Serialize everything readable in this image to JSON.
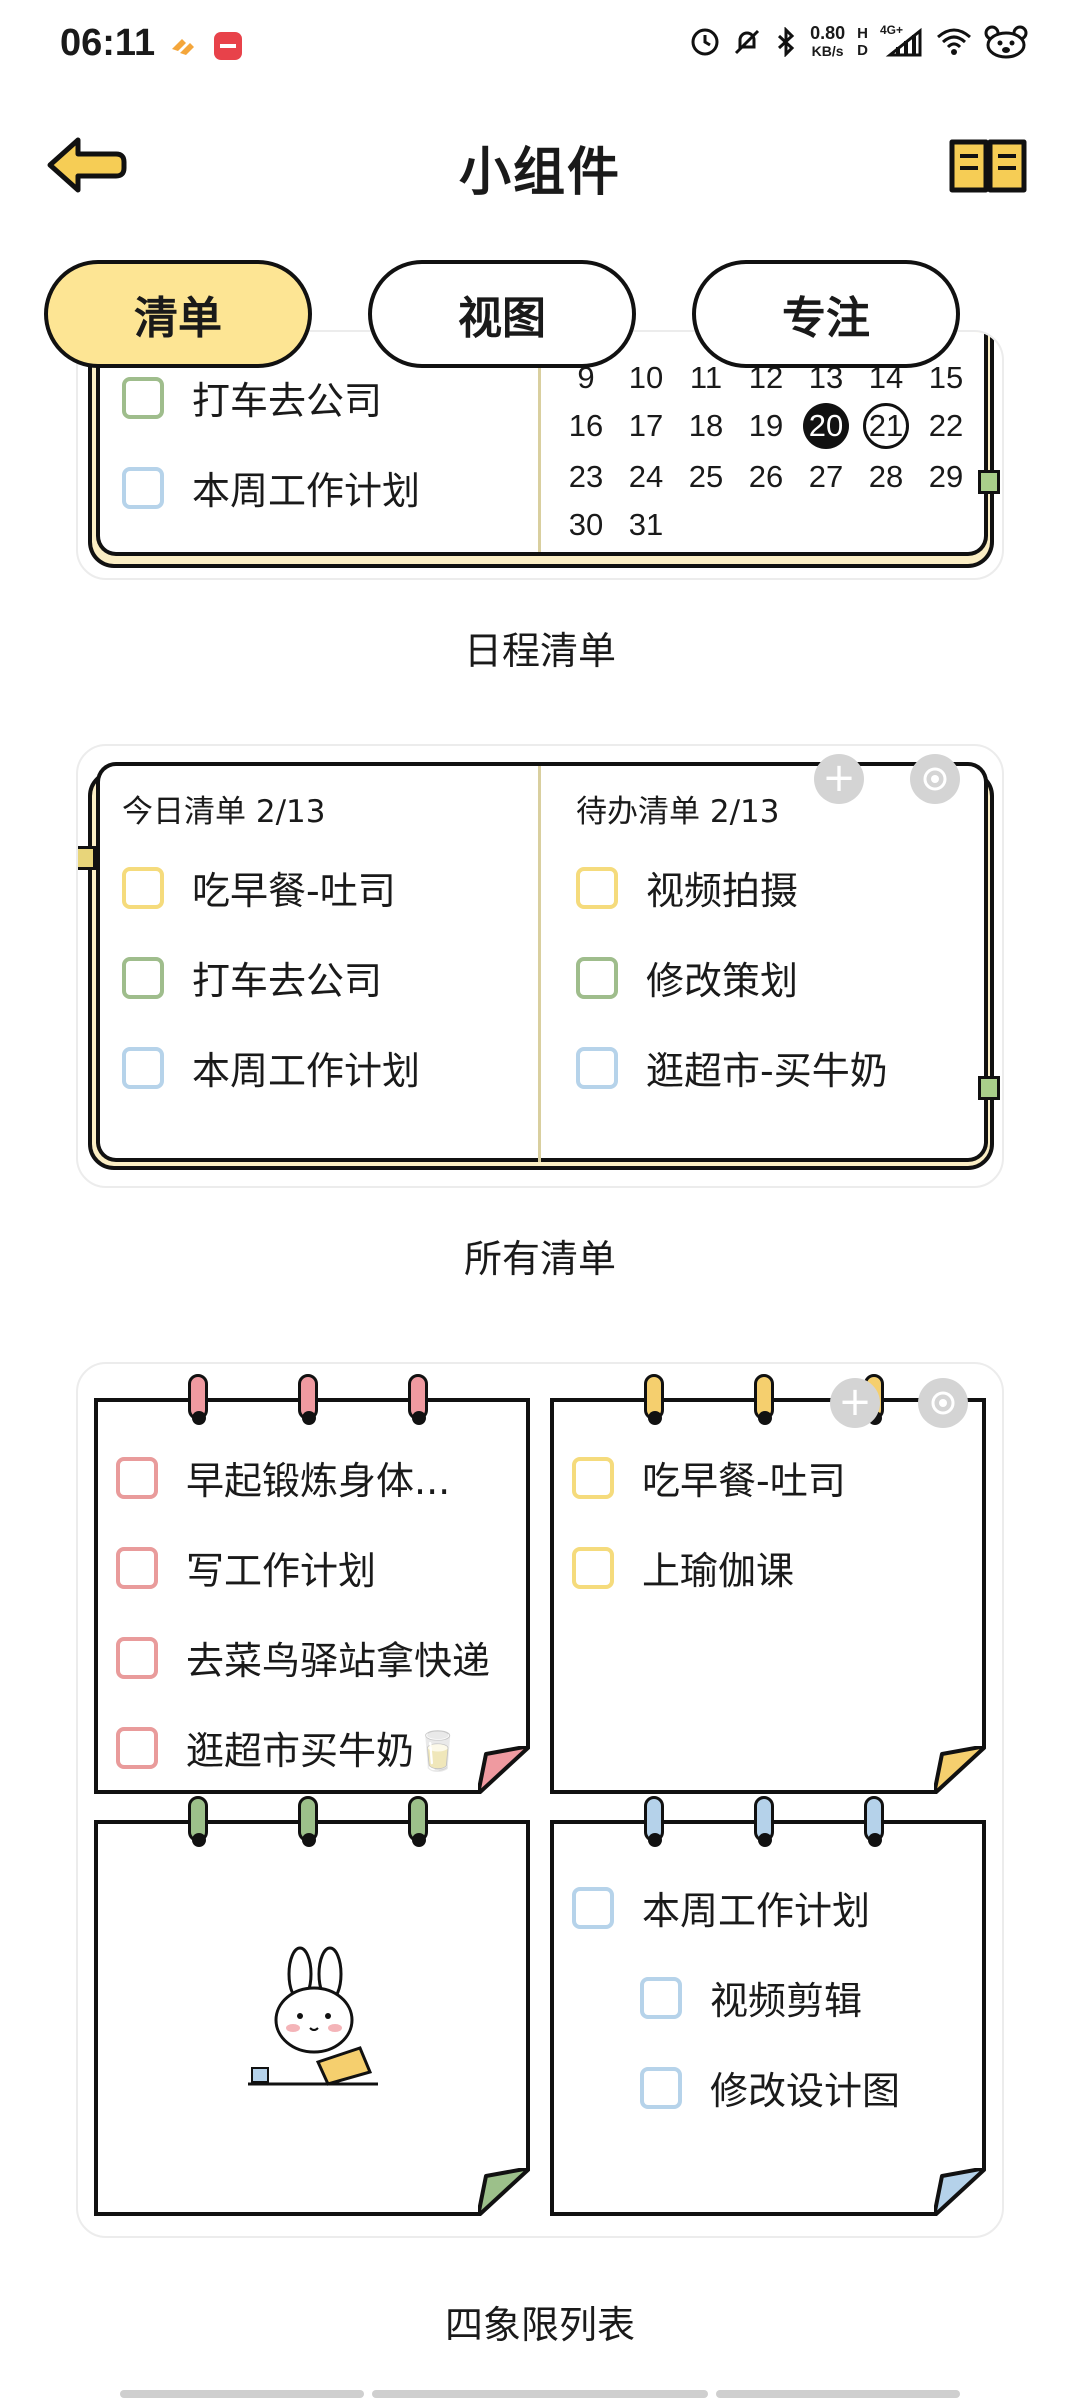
{
  "status_bar": {
    "time": "06:11",
    "net_speed_value": "0.80",
    "net_speed_unit": "KB/s",
    "hd_top": "H",
    "hd_bottom": "D",
    "signal_label": "4G+",
    "icons": [
      "weibo-icon",
      "xiaohongshu-icon",
      "alarm-icon",
      "mute-icon",
      "bluetooth-icon",
      "hd-icon",
      "signal-icon",
      "wifi-icon",
      "bear-icon"
    ]
  },
  "header": {
    "title": "小组件"
  },
  "tabs": [
    {
      "label": "清单",
      "active": true
    },
    {
      "label": "视图",
      "active": false
    },
    {
      "label": "专注",
      "active": false
    }
  ],
  "widget1": {
    "left_items": [
      {
        "text": "打车去公司",
        "color": "green"
      },
      {
        "text": "本周工作计划",
        "color": "blue"
      }
    ],
    "calendar_rows": [
      [
        "9",
        "10",
        "11",
        "12",
        "13",
        "14",
        "15"
      ],
      [
        "16",
        "17",
        "18",
        "19",
        "20",
        "21",
        "22"
      ],
      [
        "23",
        "24",
        "25",
        "26",
        "27",
        "28",
        "29"
      ],
      [
        "30",
        "31",
        "",
        "",
        "",
        "",
        ""
      ]
    ],
    "today": "20",
    "selected": "21",
    "label": "日程清单"
  },
  "widget2": {
    "left_title": "今日清单 2/13",
    "left_items": [
      {
        "text": "吃早餐-吐司",
        "color": "yellow"
      },
      {
        "text": "打车去公司",
        "color": "green"
      },
      {
        "text": "本周工作计划",
        "color": "blue"
      }
    ],
    "right_title": "待办清单 2/13",
    "right_items": [
      {
        "text": "视频拍摄",
        "color": "yellow"
      },
      {
        "text": "修改策划",
        "color": "green"
      },
      {
        "text": "逛超市-买牛奶",
        "color": "blue"
      }
    ],
    "add_symbol": "+",
    "label": "所有清单"
  },
  "widget3": {
    "note1_items": [
      "早起锻炼身体...",
      "写工作计划",
      "去菜鸟驿站拿快递",
      "逛超市买牛奶🥛"
    ],
    "note2_items": [
      "吃早餐-吐司",
      "上瑜伽课"
    ],
    "note4_items": [
      "本周工作计划",
      "视频剪辑",
      "修改设计图"
    ],
    "add_symbol": "+",
    "colors": {
      "red": "#ef9aa0",
      "yellow": "#f5cf6e",
      "green": "#9cc08a",
      "blue": "#b5d2ea"
    },
    "label": "四象限列表"
  }
}
